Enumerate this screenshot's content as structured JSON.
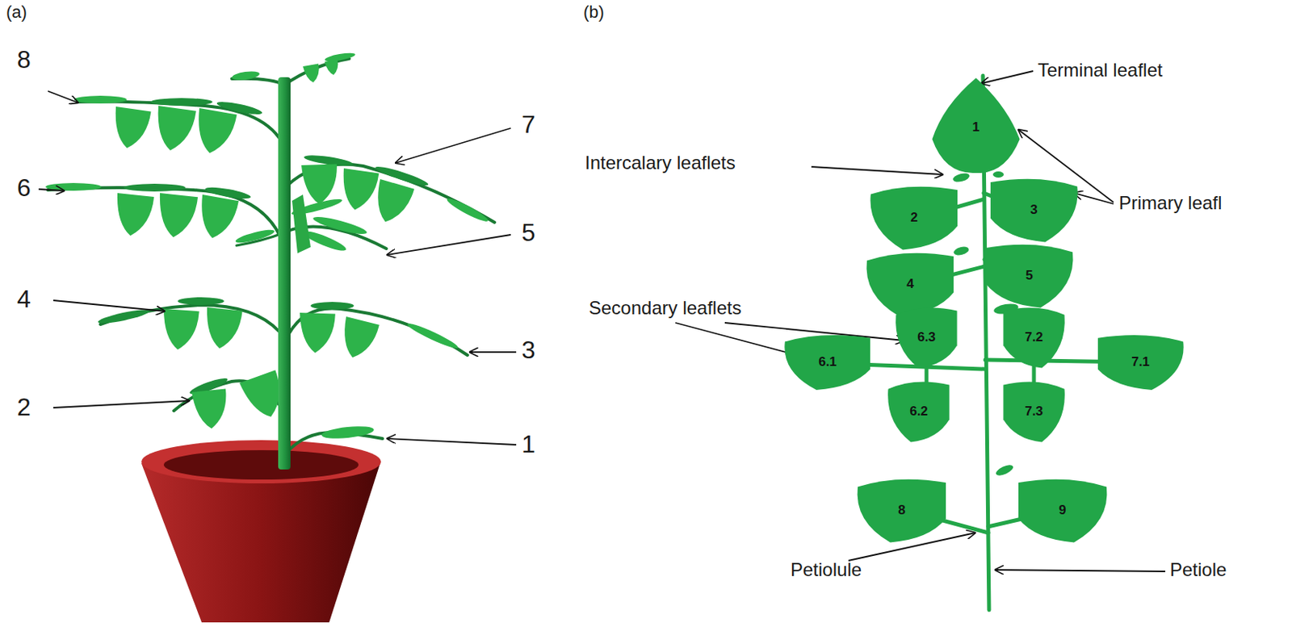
{
  "diagram": {
    "nodes": [
      {
        "text": [
          "1"
        ]
      },
      {
        "text": [
          "2"
        ]
      },
      {
        "text": [
          "3"
        ]
      },
      {
        "text": [
          "4"
        ]
      },
      {
        "text": [
          "5"
        ]
      },
      {
        "text": [
          "6.3"
        ]
      },
      {
        "text": [
          "7.2"
        ]
      },
      {
        "text": [
          "6.1"
        ]
      },
      {
        "text": [
          "7.1"
        ]
      },
      {
        "text": [
          "6.2"
        ]
      },
      {
        "text": [
          "7.3"
        ]
      },
      {
        "text": [
          "8"
        ]
      },
      {
        "text": [
          "9"
        ]
      }
    ],
    "labels": [
      "(a)",
      "(b)",
      "8",
      "7",
      "6",
      "5",
      "4",
      "3",
      "2",
      "1",
      "Terminal leaflet",
      "Intercalary leaflets",
      "Primary leafl",
      "Secondary leaflets",
      "Petiolule",
      "Petiole"
    ]
  }
}
